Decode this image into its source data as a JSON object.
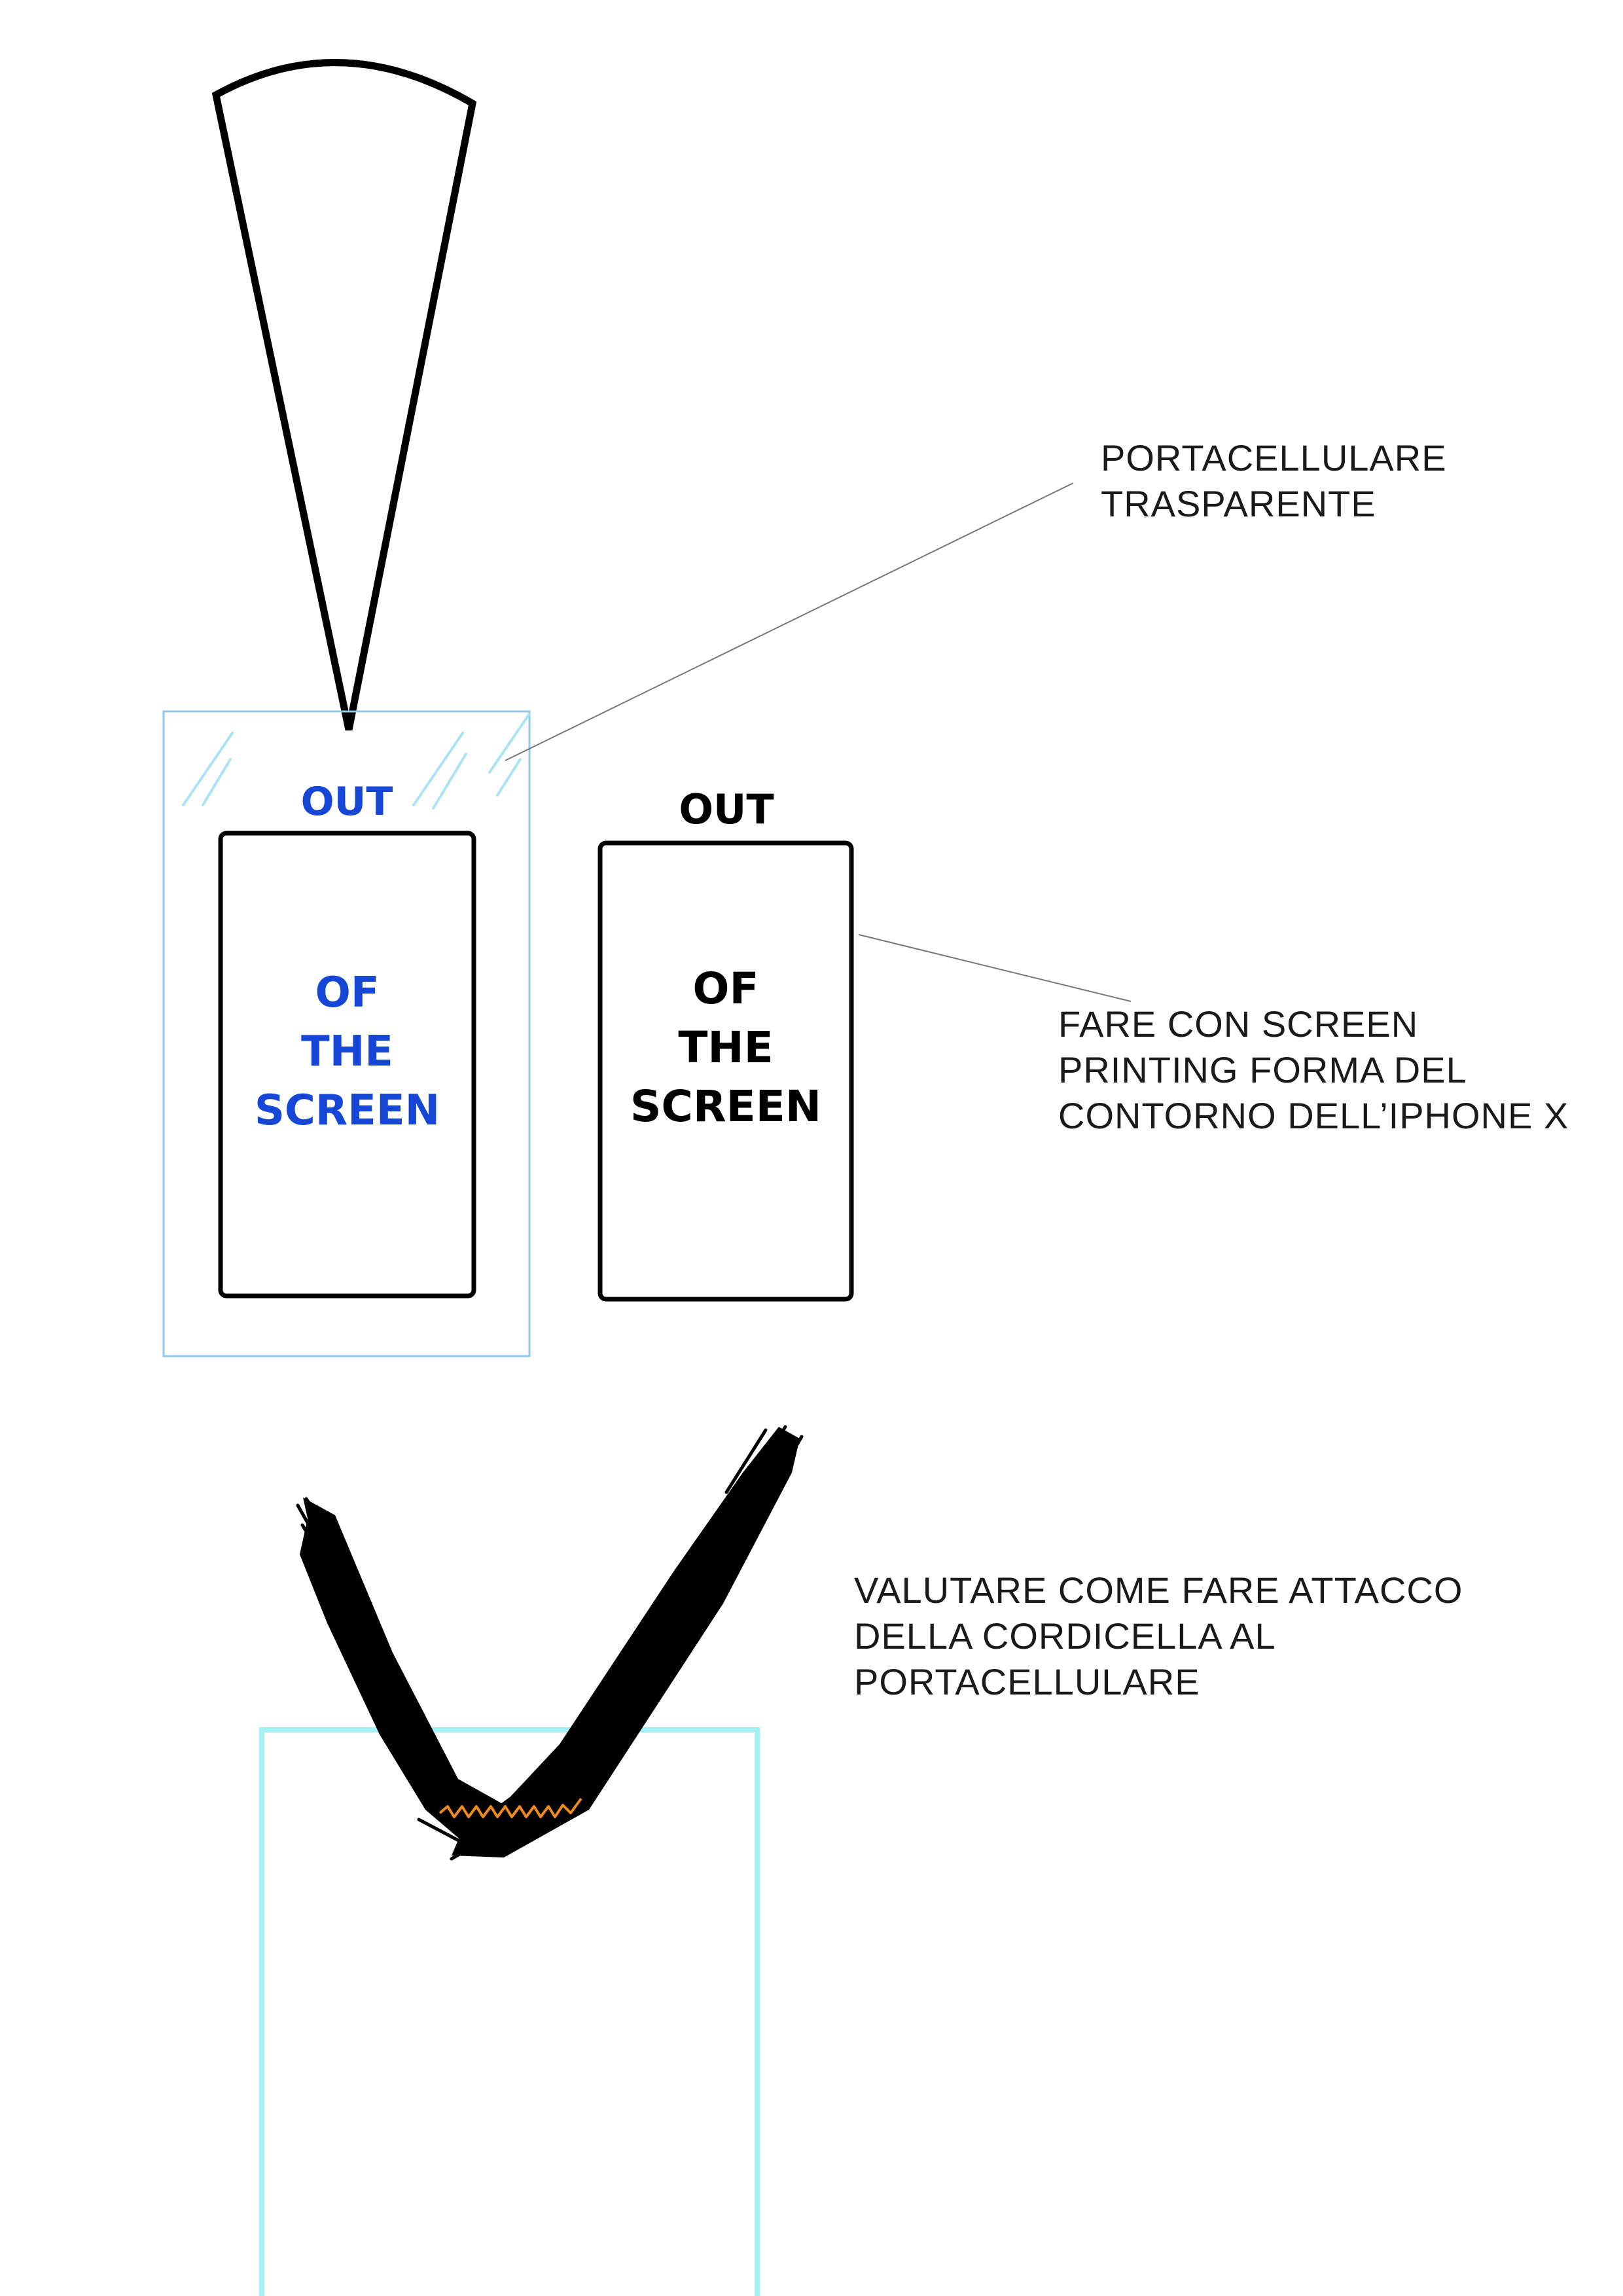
{
  "colors": {
    "ink": "#000000",
    "leader_line": "#777777",
    "holder_outline": "#8ec8ec",
    "hatch": "#a9e4f4",
    "bottom_holder": "#a5f0f4",
    "highlight_text": "#1646d6",
    "stitch": "#f08a1c"
  },
  "icons": {
    "lanyard": "lanyard-cone-icon",
    "strap": "brush-strap-icon",
    "stitch": "stitch-icon"
  },
  "phones": {
    "left": {
      "top": "OUT",
      "line1": "OF",
      "line2": "THE",
      "line3": "SCREEN"
    },
    "right": {
      "top": "OUT",
      "line1": "OF",
      "line2": "THE",
      "line3": "SCREEN"
    }
  },
  "notes": {
    "holder": {
      "line1": "PORTACELLULARE",
      "line2": "TRASPARENTE"
    },
    "print": {
      "line1": "FARE CON SCREEN",
      "line2": "PRINTING FORMA DEL",
      "line3": "CONTORNO DELL’IPHONE X"
    },
    "attach": {
      "line1": "VALUTARE COME FARE ATTACCO",
      "line2": "DELLA CORDICELLA AL",
      "line3": "PORTACELLULARE"
    }
  }
}
